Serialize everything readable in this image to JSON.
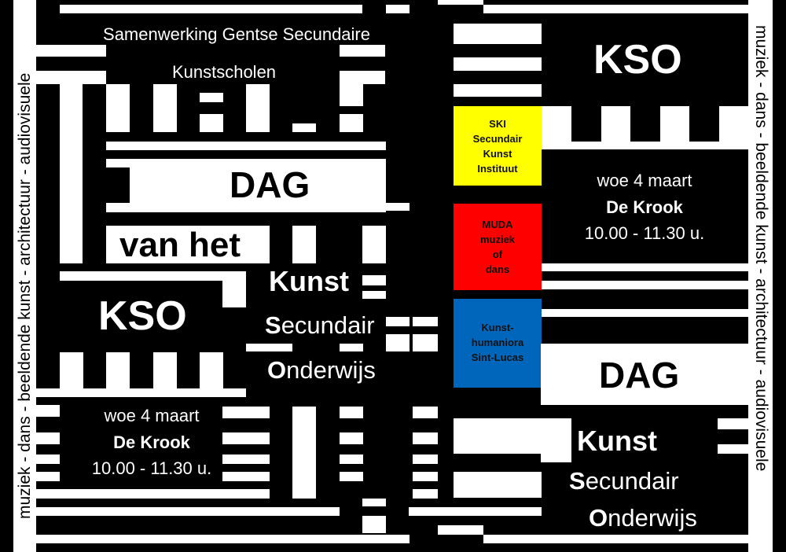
{
  "side_text": "muziek - dans - beeldende kunst - architectuur - audiovisuele",
  "header": {
    "line1": "Samenwerking Gentse Secundaire",
    "line2": "Kunstscholen"
  },
  "left": {
    "dag": "DAG",
    "van_het": "van het",
    "kso": "KSO",
    "kunst": "Kunst",
    "s": "S",
    "ecundair": "ecundair",
    "o": "O",
    "nderwijs": "nderwijs",
    "date": "woe 4 maart",
    "venue": "De Krook",
    "time": "10.00 - 11.30 u."
  },
  "schools": [
    {
      "lines": [
        "SKI",
        "Secundair",
        "Kunst",
        "Instituut"
      ],
      "color": "#ffff00"
    },
    {
      "lines": [
        "MUDA",
        "muziek",
        "of",
        "dans"
      ],
      "color": "#ff0000"
    },
    {
      "lines": [
        "Kunst-",
        "humaniora",
        "Sint-Lucas"
      ],
      "color": "#0066bb"
    }
  ],
  "right": {
    "kso": "KSO",
    "date": "woe 4 maart",
    "venue": "De Krook",
    "time": "10.00 - 11.30 u.",
    "dag": "DAG",
    "kunst": "Kunst",
    "s": "S",
    "ecundair": "ecundair",
    "o": "O",
    "nderwijs": "nderwijs"
  }
}
